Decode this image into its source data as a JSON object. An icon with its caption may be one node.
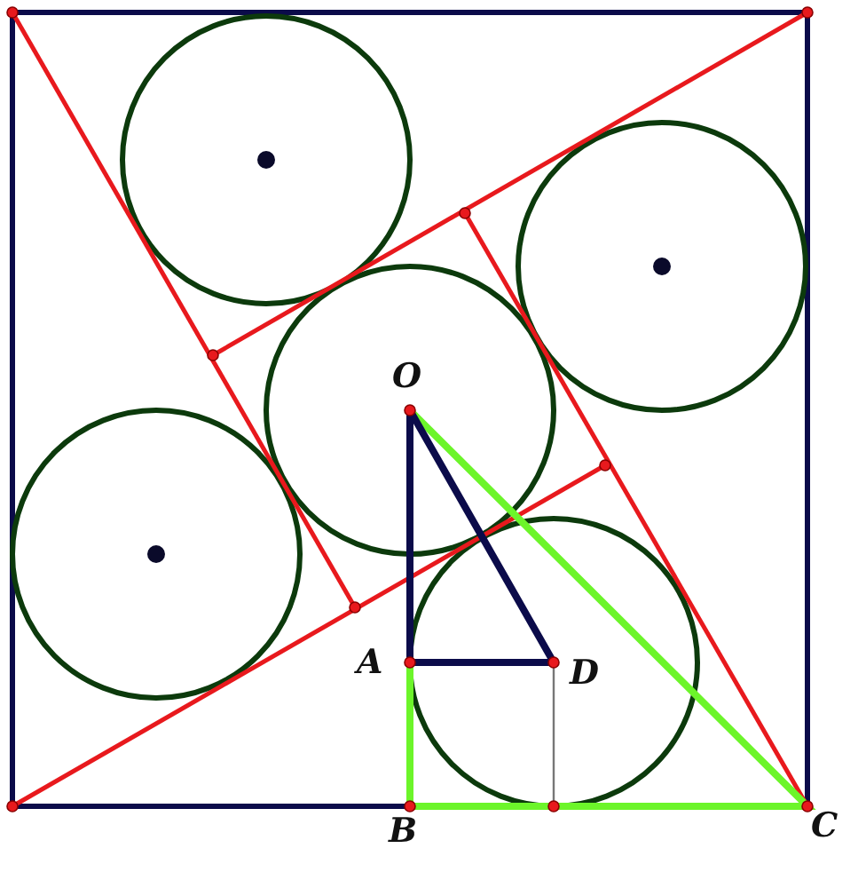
{
  "diagram": {
    "labels": [
      "O",
      "A",
      "D",
      "B",
      "C"
    ]
  }
}
